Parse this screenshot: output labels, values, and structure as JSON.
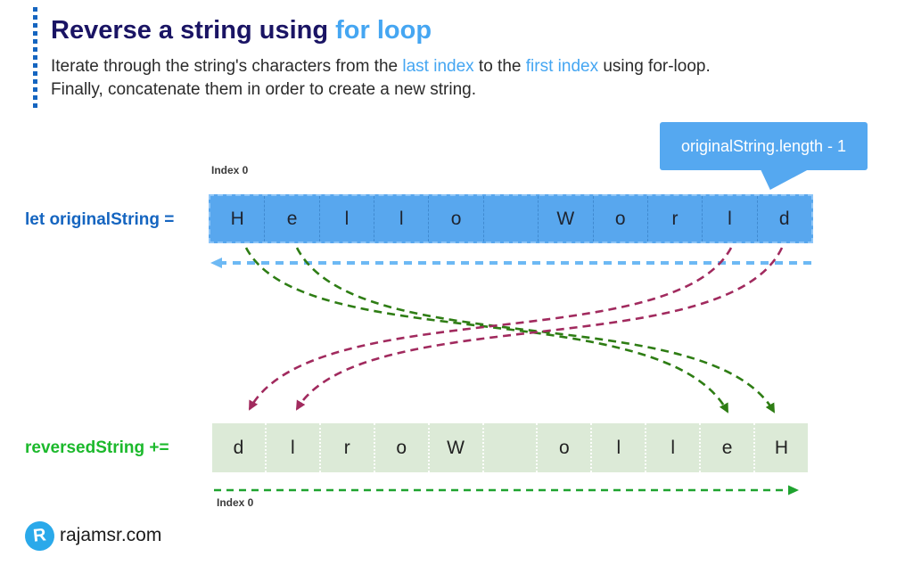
{
  "colors": {
    "title_navy": "#1a1464",
    "accent_blue": "#45a6f2",
    "body_text": "#2b2b2b",
    "label_blue": "#1565c0",
    "array_blue_fill": "#58a7ee",
    "array_blue_border": "#8ec6f8",
    "bubble_blue": "#55a8f0",
    "array_green_fill": "#dcead7",
    "label_green": "#1cb92c",
    "curve_green": "#2e7d14",
    "curve_maroon": "#a12a5e",
    "arrow_light_blue": "#6db9f4",
    "arrow_green": "#1fa32f",
    "logo_blue": "#2aa9ea"
  },
  "header": {
    "title_main": "Reverse a string using",
    "title_accent": " for loop",
    "subtitle_line1_segments": [
      {
        "text": "Iterate through the string's characters from the ",
        "accent": false
      },
      {
        "text": "last index",
        "accent": true
      },
      {
        "text": " to the ",
        "accent": false
      },
      {
        "text": "first index",
        "accent": true
      },
      {
        "text": " using for-loop.",
        "accent": false
      }
    ],
    "subtitle_line2": "Finally, concatenate them in order to create a new string."
  },
  "callout": {
    "text": "originalString.length - 1"
  },
  "original_row": {
    "label": "let originalString =",
    "index_label": "Index 0",
    "cells": [
      "H",
      "e",
      "l",
      "l",
      "o",
      " ",
      "W",
      "o",
      "r",
      "l",
      "d"
    ]
  },
  "reversed_row": {
    "label": "reversedString +=",
    "index_label": "Index 0",
    "cells": [
      "d",
      "l",
      "r",
      "o",
      "W",
      " ",
      "o",
      "l",
      "l",
      "e",
      "H"
    ]
  },
  "footer": {
    "site": "rajamsr.com",
    "logo_letter": "R"
  }
}
